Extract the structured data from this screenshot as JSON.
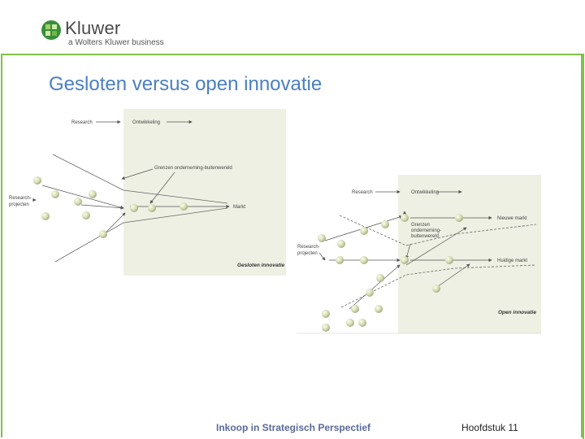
{
  "logo": {
    "prefix": "",
    "name": "Kluwer",
    "tagline": "a Wolters Kluwer business"
  },
  "title": "Gesloten versus open innovatie",
  "closed": {
    "research": "Research",
    "ontwikkeling": "Ontwikkeling",
    "grens": "Grenzen onderneming-buitenwereld",
    "projecten_1": "Research-",
    "projecten_2": "projecten",
    "markt": "Markt",
    "caption": "Gesloten innovatie"
  },
  "open": {
    "research": "Research",
    "ontwikkeling": "Ontwikkeling",
    "grens_1": "Grenzen",
    "grens_2": "onderneming-",
    "grens_3": "buitenwereld",
    "projecten_1": "Research-",
    "projecten_2": "projecten",
    "nieuwe_markt": "Nieuwe markt",
    "huidige_markt": "Huidige markt",
    "caption": "Open innovatie"
  },
  "footer": {
    "book": "Inkoop in Strategisch Perspectief",
    "chapter": "Hoofdstuk 11"
  },
  "colors": {
    "frame": "#7fc24a",
    "title": "#4a7fbf",
    "panel": "#eef0e3"
  }
}
